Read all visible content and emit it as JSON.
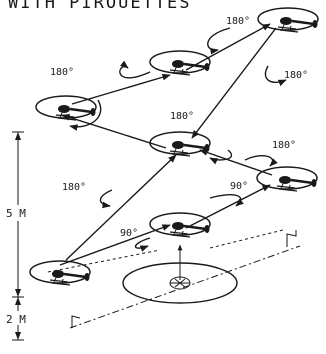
{
  "title": "WITH PIROUETTES",
  "turn_labels": {
    "a": "180°",
    "b": "180°",
    "c": "180°",
    "d": "180°",
    "e": "180°",
    "f": "180°",
    "g": "90°",
    "h": "90°"
  },
  "height_upper": "5 M",
  "height_lower": "2 M",
  "icons": [
    "helicopter-icon",
    "helipad-icon",
    "marker-flag-icon"
  ]
}
